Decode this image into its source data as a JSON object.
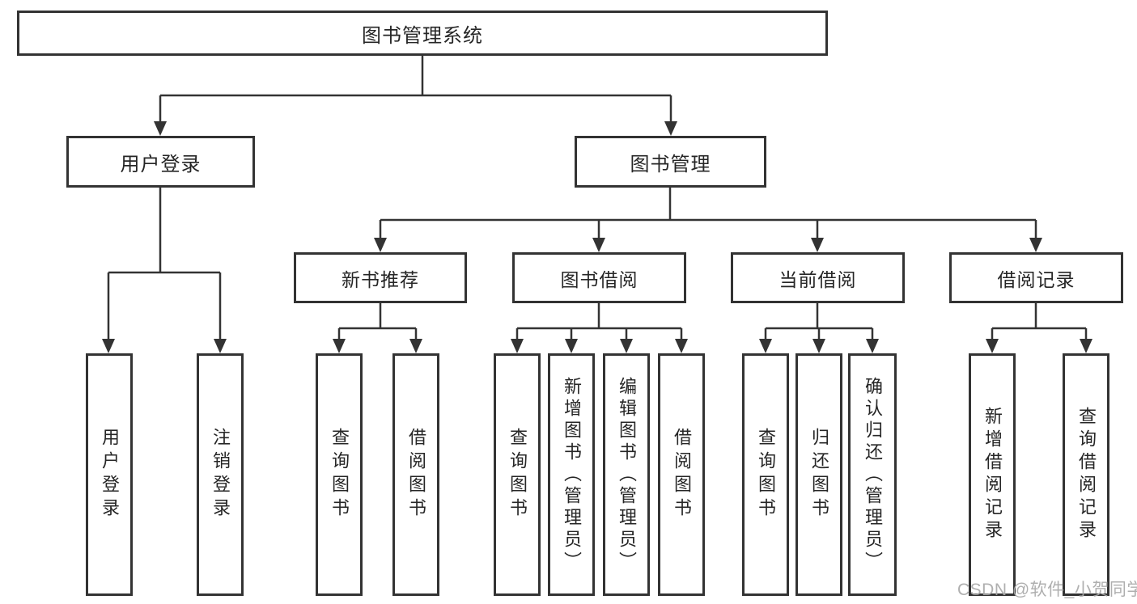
{
  "root": {
    "label": "图书管理系统",
    "children": [
      {
        "label": "用户登录",
        "children": [
          {
            "label": "用户登录"
          },
          {
            "label": "注销登录"
          }
        ]
      },
      {
        "label": "图书管理",
        "children": [
          {
            "label": "新书推荐",
            "children": [
              {
                "label": "查询图书"
              },
              {
                "label": "借阅图书"
              }
            ]
          },
          {
            "label": "图书借阅",
            "children": [
              {
                "label": "查询图书"
              },
              {
                "label": "新增图书（管理员）"
              },
              {
                "label": "编辑图书（管理员）"
              },
              {
                "label": "借阅图书"
              }
            ]
          },
          {
            "label": "当前借阅",
            "children": [
              {
                "label": "查询图书"
              },
              {
                "label": "归还图书"
              },
              {
                "label": "确认归还（管理员）"
              }
            ]
          },
          {
            "label": "借阅记录",
            "children": [
              {
                "label": "新增借阅记录"
              },
              {
                "label": "查询借阅记录"
              }
            ]
          }
        ]
      }
    ]
  },
  "watermark": "CSDN @软件_小贺同学",
  "colors": {
    "box_border": "#333333",
    "connector_line": "#333333",
    "text": "#262626",
    "watermark": "#a8a8a8",
    "background": "#ffffff"
  }
}
